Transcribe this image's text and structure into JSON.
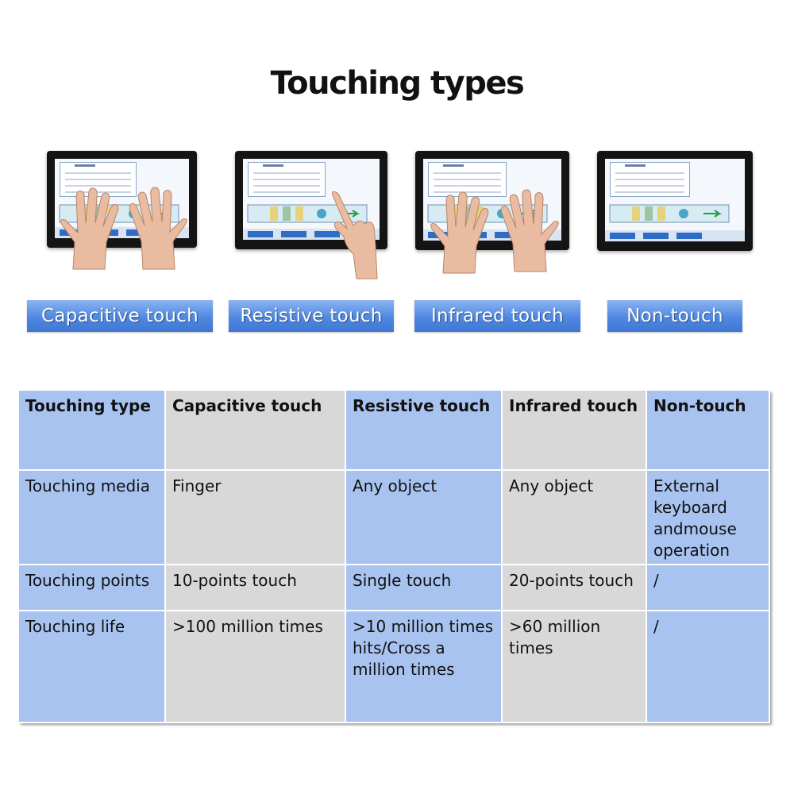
{
  "page": {
    "title": "Touching types"
  },
  "touch_types": [
    {
      "label": "Capacitive touch",
      "icon": "two-hands-on-screen"
    },
    {
      "label": "Resistive touch",
      "icon": "one-finger-on-screen"
    },
    {
      "label": "Infrared touch",
      "icon": "two-hands-on-screen"
    },
    {
      "label": "Non-touch",
      "icon": "screen-without-hands"
    }
  ],
  "colors": {
    "label_blue": "#4f88e2",
    "table_blue": "#a8c3ef",
    "table_gray": "#d8d8d8",
    "bezel": "#141414"
  },
  "table": {
    "header": [
      "Touching type",
      "Capacitive touch",
      "Resistive touch",
      "Infrared touch",
      "Non-touch"
    ],
    "rows": [
      [
        "Touching media",
        "Finger",
        "Any object",
        "Any object",
        "External keyboard andmouse operation"
      ],
      [
        "Touching points",
        "10-points touch",
        "Single touch",
        "20-points touch",
        "/"
      ],
      [
        "Touching life",
        ">100 million times",
        ">10 million times hits/Cross a million times",
        ">60 million times",
        "/"
      ]
    ]
  }
}
